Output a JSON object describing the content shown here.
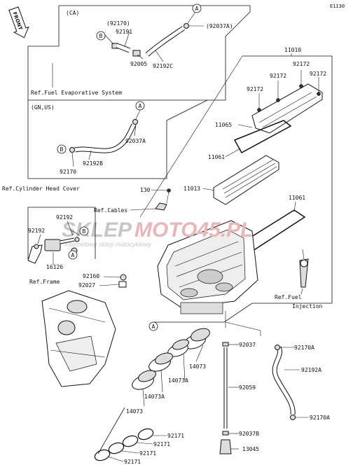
{
  "diagram": {
    "code": "E1130",
    "front": "FRONT",
    "watermark": {
      "left": "SKLEP",
      "right": "MOTO45.PL",
      "sub": "Internetowy sklep motocyklowy"
    },
    "boxes": {
      "ca": "(CA)",
      "gnus": "(GN,US)",
      "fuel_evap": "Ref.Fuel Evaporative System"
    },
    "refs": {
      "cylinder_head": "Ref.Cylinder Head Cover",
      "cables": "Ref.Cables",
      "frame": "Ref.Frame",
      "fuel_injection_1": "Ref.Fuel",
      "fuel_injection_2": "Injection"
    },
    "circles": {
      "a": "A",
      "b": "B"
    },
    "parts": {
      "p92170_paren": "(92170)",
      "p92191": "92191",
      "p92037a_paren": "(92037A)",
      "p92005": "92005",
      "p92192c": "92192C",
      "p92037a": "92037A",
      "p92192b": "92192B",
      "p92170": "92170",
      "p11010": "11010",
      "p92172": "92172",
      "p11065": "11065",
      "p11061": "11061",
      "p11013": "11013",
      "p130": "130",
      "p92192": "92192",
      "p16126": "16126",
      "p92160": "92160",
      "p92027": "92027",
      "p92037": "92037",
      "p14073": "14073",
      "p14073a": "14073A",
      "p92059": "92059",
      "p92037b": "92037B",
      "p13045": "13045",
      "p92171": "92171",
      "p92170a": "92170A",
      "p92192a": "92192A"
    }
  }
}
